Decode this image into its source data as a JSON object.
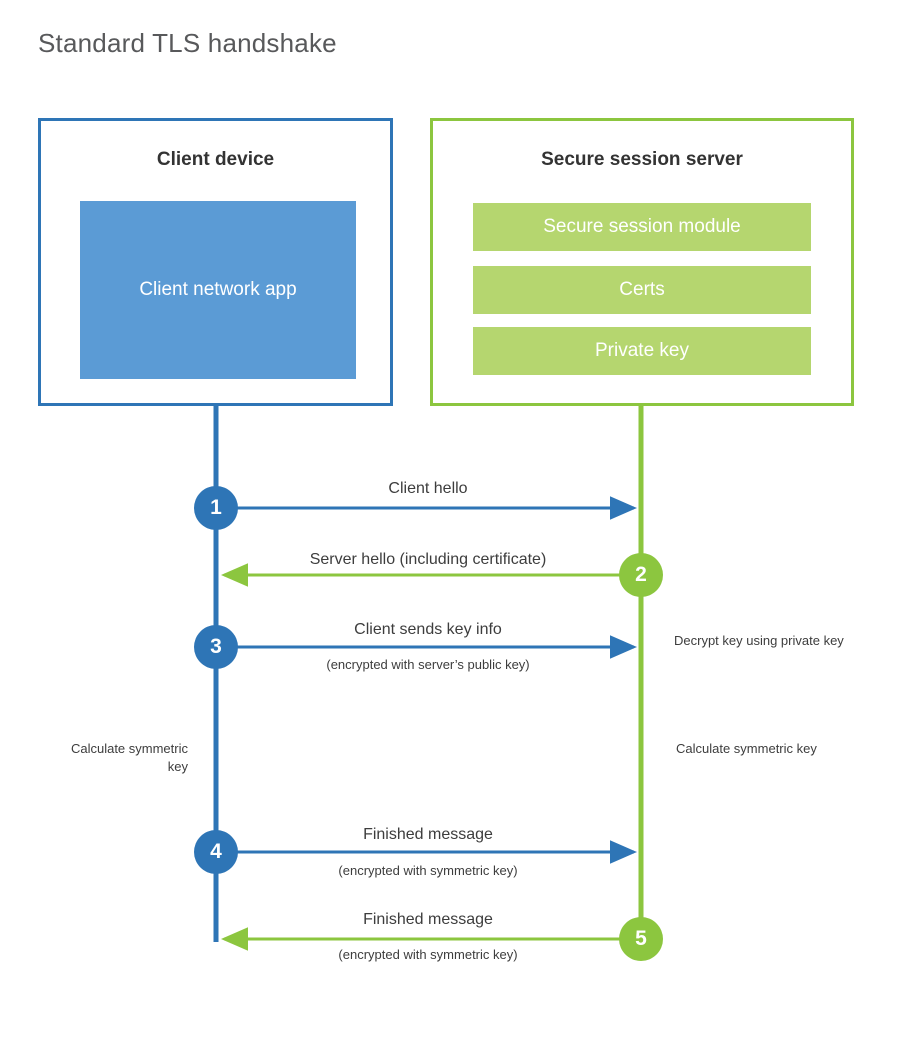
{
  "page": {
    "title": "Standard TLS handshake"
  },
  "colors": {
    "client_blue": "#2e75b6",
    "client_app_blue": "#5b9bd5",
    "server_green": "#8cc63f",
    "server_bar_green": "#b5d66f",
    "text_dark": "#3d3d3d",
    "title_gray": "#58595b",
    "background": "#ffffff"
  },
  "client": {
    "title": "Client device",
    "app_label": "Client network app"
  },
  "server": {
    "title": "Secure session server",
    "components": [
      {
        "label": "Secure session module"
      },
      {
        "label": "Certs"
      },
      {
        "label": "Private key"
      }
    ]
  },
  "steps": [
    {
      "number": "1",
      "origin": "client",
      "direction": "right",
      "label": "Client hello",
      "sublabel": ""
    },
    {
      "number": "2",
      "origin": "server",
      "direction": "left",
      "label": "Server hello (including certificate)",
      "sublabel": ""
    },
    {
      "number": "3",
      "origin": "client",
      "direction": "right",
      "label": "Client sends key info",
      "sublabel": "(encrypted with server’s public key)"
    },
    {
      "number": "4",
      "origin": "client",
      "direction": "right",
      "label": "Finished message",
      "sublabel": "(encrypted with symmetric key)"
    },
    {
      "number": "5",
      "origin": "server",
      "direction": "left",
      "label": "Finished message",
      "sublabel": "(encrypted with symmetric key)"
    }
  ],
  "notes": {
    "decrypt_key": "Decrypt key using private key",
    "calculate_symmetric_key_client": "Calculate symmetric key",
    "calculate_symmetric_key_server": "Calculate symmetric key"
  }
}
